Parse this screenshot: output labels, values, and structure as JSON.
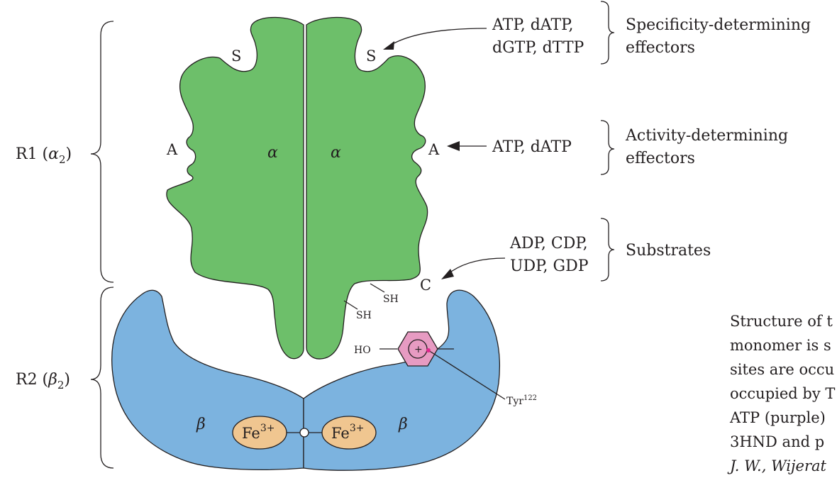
{
  "colors": {
    "alpha_fill": "#6dbf6a",
    "beta_fill": "#7cb3df",
    "iron_fill": "#f0c690",
    "ring_fill": "#e79bc2",
    "ring_dot": "#e0288e",
    "ink": "#231f20"
  },
  "labels": {
    "r1_main": "R1 (",
    "r1_greek": "α",
    "r1_sub": "2",
    "r1_close": ")",
    "r2_main": "R2 (",
    "r2_greek": "β",
    "r2_sub": "2",
    "r2_close": ")"
  },
  "subunits": {
    "alpha_left": "α",
    "alpha_right": "α",
    "beta_left": "β",
    "beta_right": "β",
    "iron_base": "Fe",
    "iron_charge": "3+"
  },
  "sites": {
    "s_left": "S",
    "s_right": "S",
    "a_left": "A",
    "a_right": "A",
    "c": "C",
    "sh_upper": "SH",
    "sh_lower": "SH",
    "ho": "HO",
    "ring_plus": "+",
    "tyr_base": "Tyr",
    "tyr_sup": "122"
  },
  "effectors": {
    "specificity_line1": "ATP, dATP,",
    "specificity_line2": "dGTP, dTTP",
    "specificity_label1": "Specificity-determining",
    "specificity_label2": "effectors",
    "activity_line1": "ATP, dATP",
    "activity_label1": "Activity-determining",
    "activity_label2": "effectors",
    "substrates_line1": "ADP, CDP,",
    "substrates_line2": "UDP, GDP",
    "substrates_label": "Substrates"
  },
  "caption": {
    "line1": "Structure of t",
    "line2": "monomer is s",
    "line3": "sites are occu",
    "line4": "occupied by T",
    "line5": "ATP (purple)",
    "line6": "3HND and p",
    "line7": "J. W., Wijerat"
  }
}
